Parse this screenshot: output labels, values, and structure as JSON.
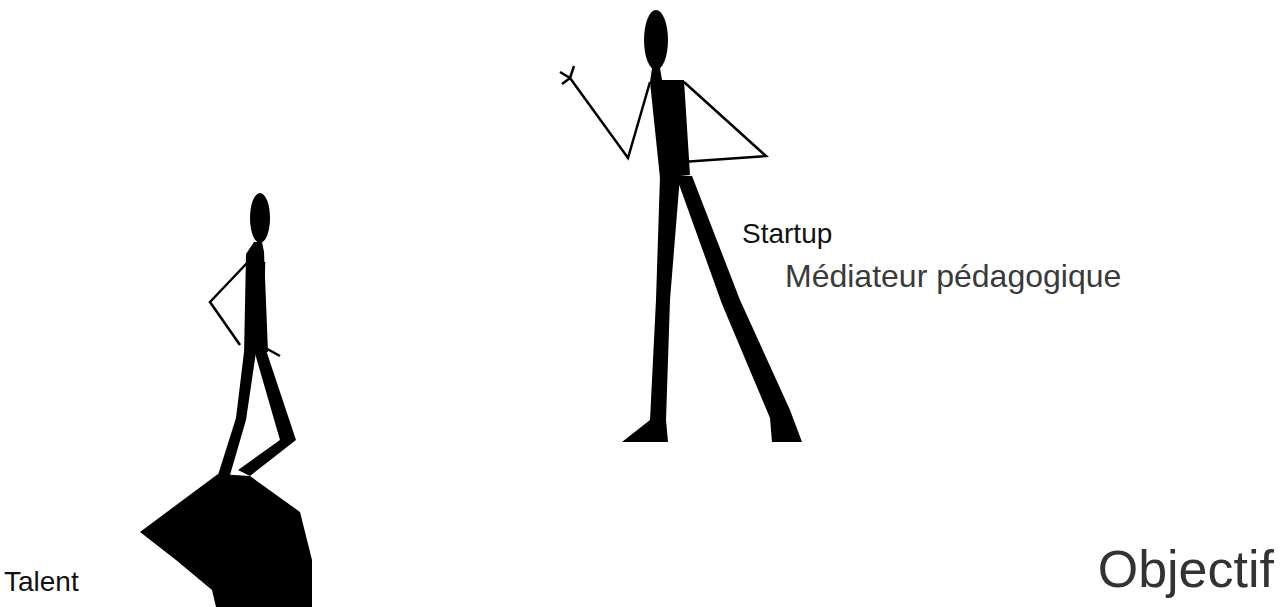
{
  "diagram": {
    "labels": [
      "Startup",
      "Médiateur pédagogique",
      "Talent",
      "Objectif"
    ]
  }
}
